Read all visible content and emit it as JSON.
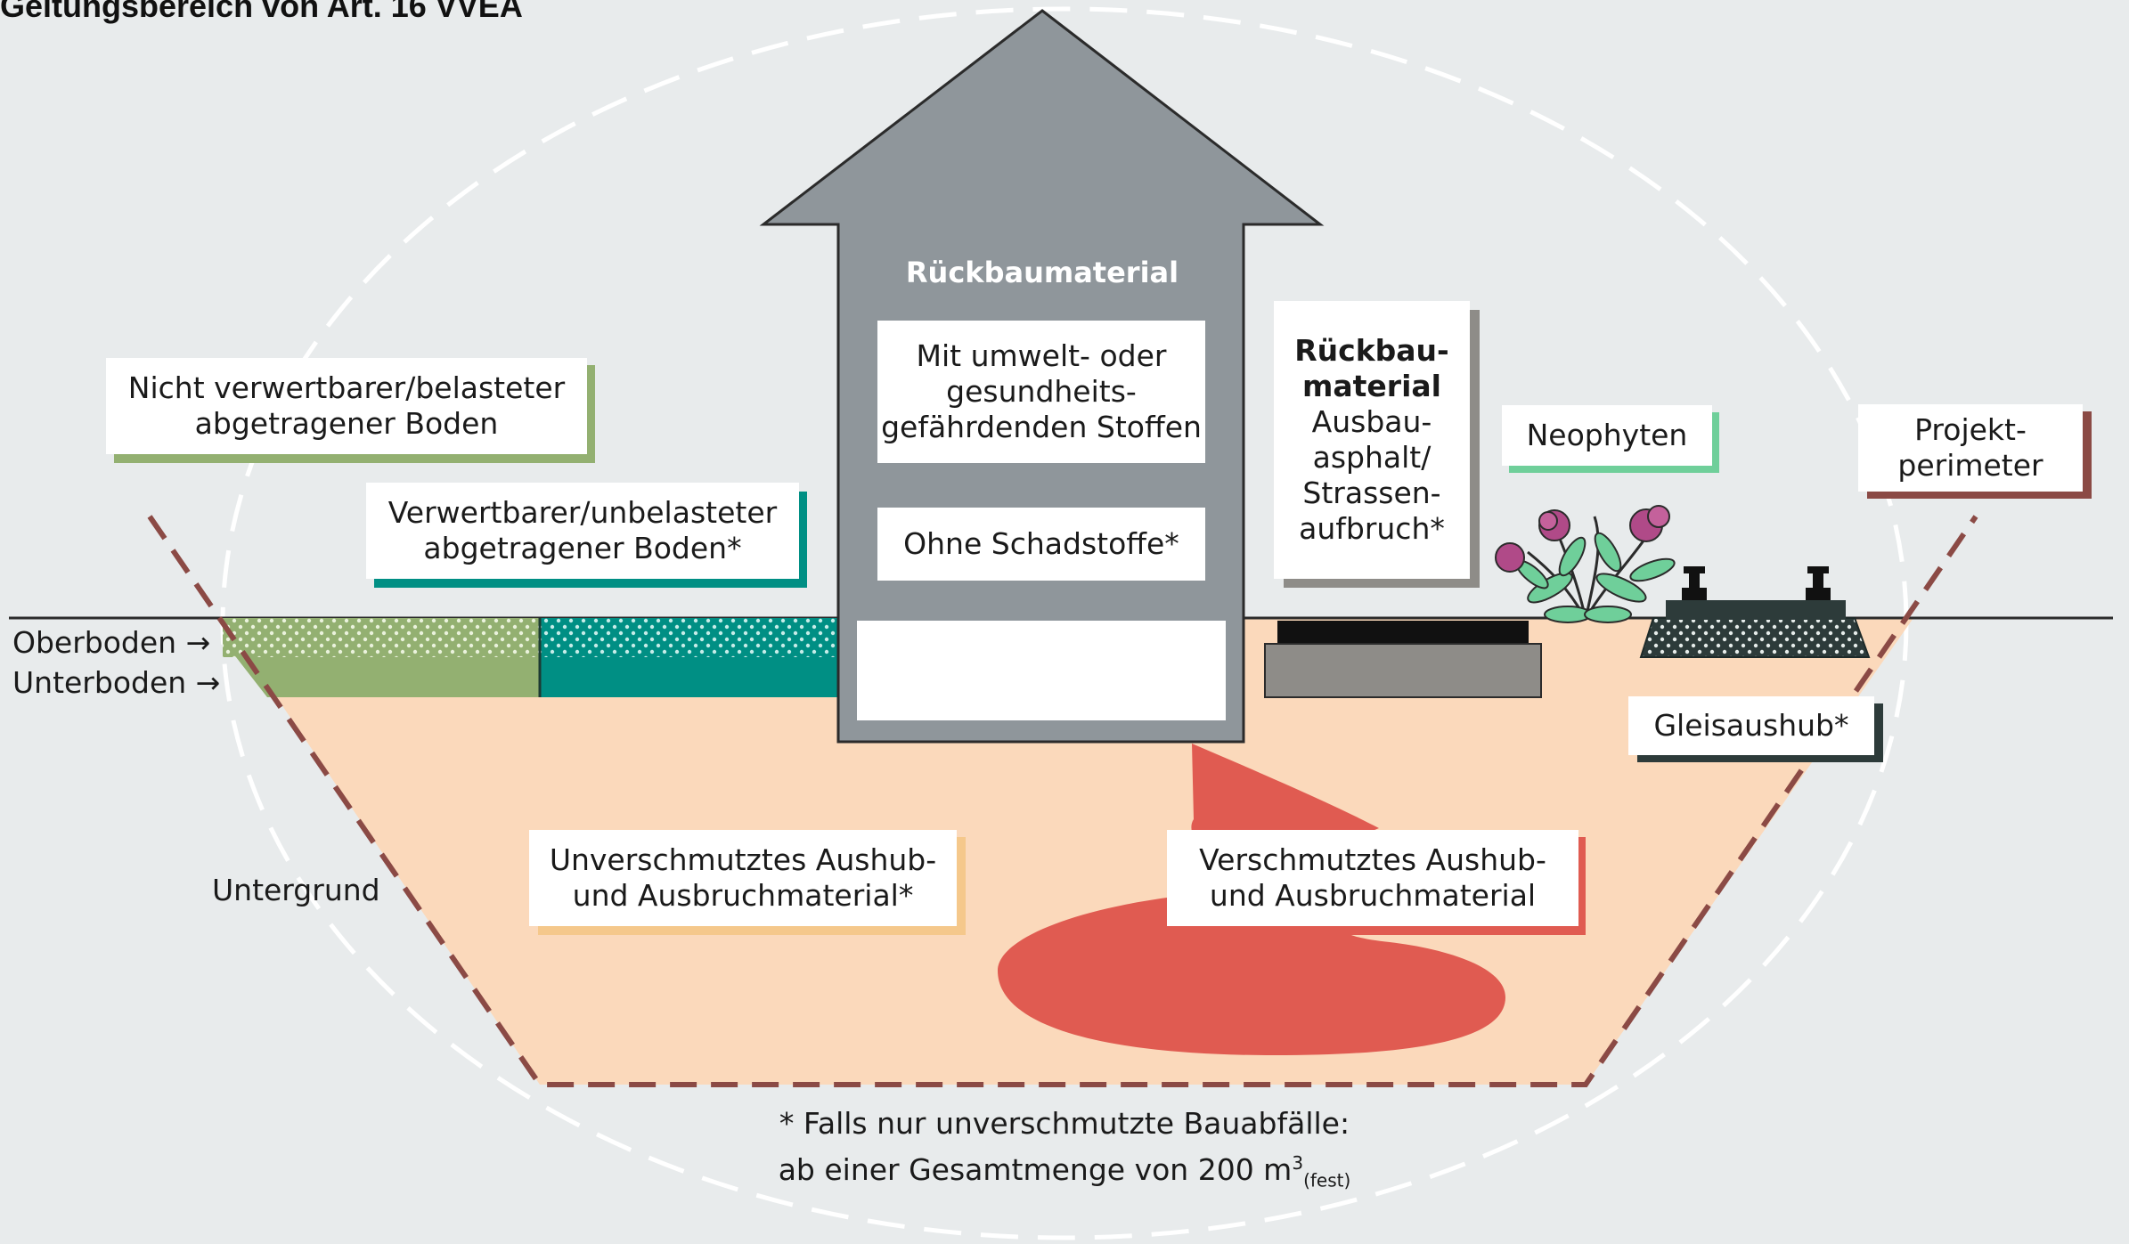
{
  "heading": "Geltungsbereich von Art. 16 VVEA",
  "house": {
    "title": "Rückbaumaterial",
    "polluted": [
      "Mit umwelt- oder",
      "gesundheits-",
      "gefährdenden Stoffen"
    ],
    "clean": "Ohne Schadstoffe*"
  },
  "asphalt": {
    "title": [
      "Rückbau-",
      "material"
    ],
    "lines": [
      "Ausbau-",
      "asphalt/",
      "Strassen-",
      "aufbruch*"
    ]
  },
  "labels": {
    "non_usable_soil": [
      "Nicht verwertbarer/belasteter",
      "abgetragener Boden"
    ],
    "usable_soil": [
      "Verwertbarer/unbelasteter",
      "abgetragener Boden*"
    ],
    "neophytes": "Neophyten",
    "project_perimeter": [
      "Projekt-",
      "perimeter"
    ],
    "track_excavation": "Gleisaushub*",
    "unpolluted": [
      "Unverschmutztes Aushub-",
      "und Ausbruchmaterial*"
    ],
    "polluted": [
      "Verschmutztes Aushub-",
      "und Ausbruchmaterial"
    ],
    "topsoil": "Oberboden →",
    "subsoil": "Unterboden →",
    "underground": "Untergrund"
  },
  "footnote": {
    "line1": "* Falls nur unverschmutzte Bauabfälle:",
    "line2_main": "ab einer Gesamtmenge von 200 m",
    "line2_sup": "3",
    "line2_sub": "(fest)"
  },
  "colors": {
    "background": "#e8ebec",
    "excavation": "#fbd9bb",
    "light_green": "#93b071",
    "teal": "#008f84",
    "house_gray": "#8f969b",
    "pollution_red": "#e05b51",
    "perimeter_brown": "#8b4a45",
    "neophyte_green": "#6fcf9a",
    "asphalt_gray": "#8e8c88",
    "track_dark": "#2d3b3a",
    "unpolluted_orange": "#f5c88b"
  }
}
